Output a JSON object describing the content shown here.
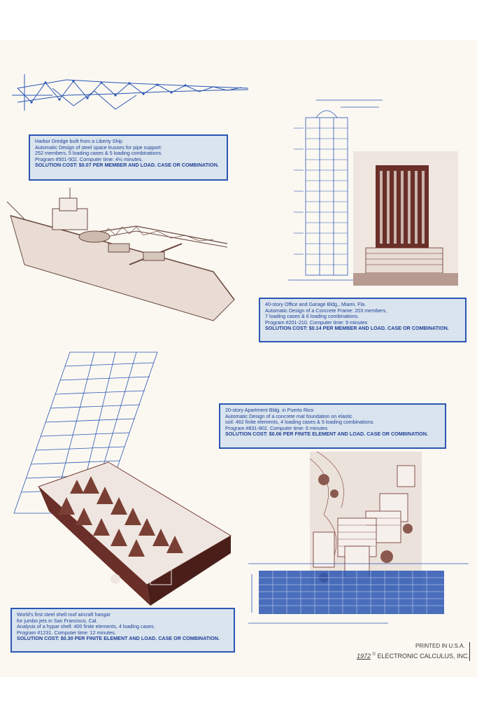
{
  "captions": {
    "dredge": {
      "lines": [
        "Harbor Dredge built from a Liberty Ship",
        "Automatic Design of steel space trusses for pipe support:",
        "252 members, 5 loading cases & 5 loading combinations.",
        "Program #501-502. Computer time: 4½ minutes."
      ],
      "cost": "SOLUTION COST: $0.07 PER MEMBER AND LOAD. CASE OR COMBINATION."
    },
    "office": {
      "lines": [
        "40-story Office and Garage Bldg., Miami, Fla.",
        "Automatic Design of a Concrete Frame: 203 members,",
        "7 loading cases & 6 loading combinations.",
        "Program #201-210. Computer time: 9 minutes"
      ],
      "cost": "SOLUTION COST: $0.14 PER MEMBER AND LOAD. CASE OR COMBINATION."
    },
    "apartment": {
      "lines": [
        "20-story Apartment Bldg. in Puerto Rico",
        "Automatic Design of a concrete mat foundation on elastic",
        "soil: 462 finite elements, 4 loading cases & 5 loading combinations.",
        "Program #831-802. Computer time: 6 minutes"
      ],
      "cost": "SOLUTION COST: $0.06 PER FINITE ELEMENT AND LOAD. CASE OR COMBINATION."
    },
    "hangar": {
      "lines": [
        "World's first steel shell roof aircraft hangar",
        "for jumbo jets in San Francisco, Cal.",
        "Analysis of a hypar shell: 400 finite elements, 4 loading cases.",
        "Program #1231. Computer time: 12 minutes."
      ],
      "cost": "SOLUTION COST: $0.30 PER FINITE ELEMENT AND LOAD. CASE OR COMBINATION."
    }
  },
  "footer": {
    "printed": "PRINTED IN U.S.A.",
    "year": "1972",
    "copyright_symbol": "©",
    "company": "ELECTRONIC CALCULUS, INC."
  },
  "colors": {
    "blue": "#2a56b3",
    "caption_bg": "#d9e4ee",
    "photo_brown": "#7a3f34",
    "paper": "#fbf8f2"
  }
}
